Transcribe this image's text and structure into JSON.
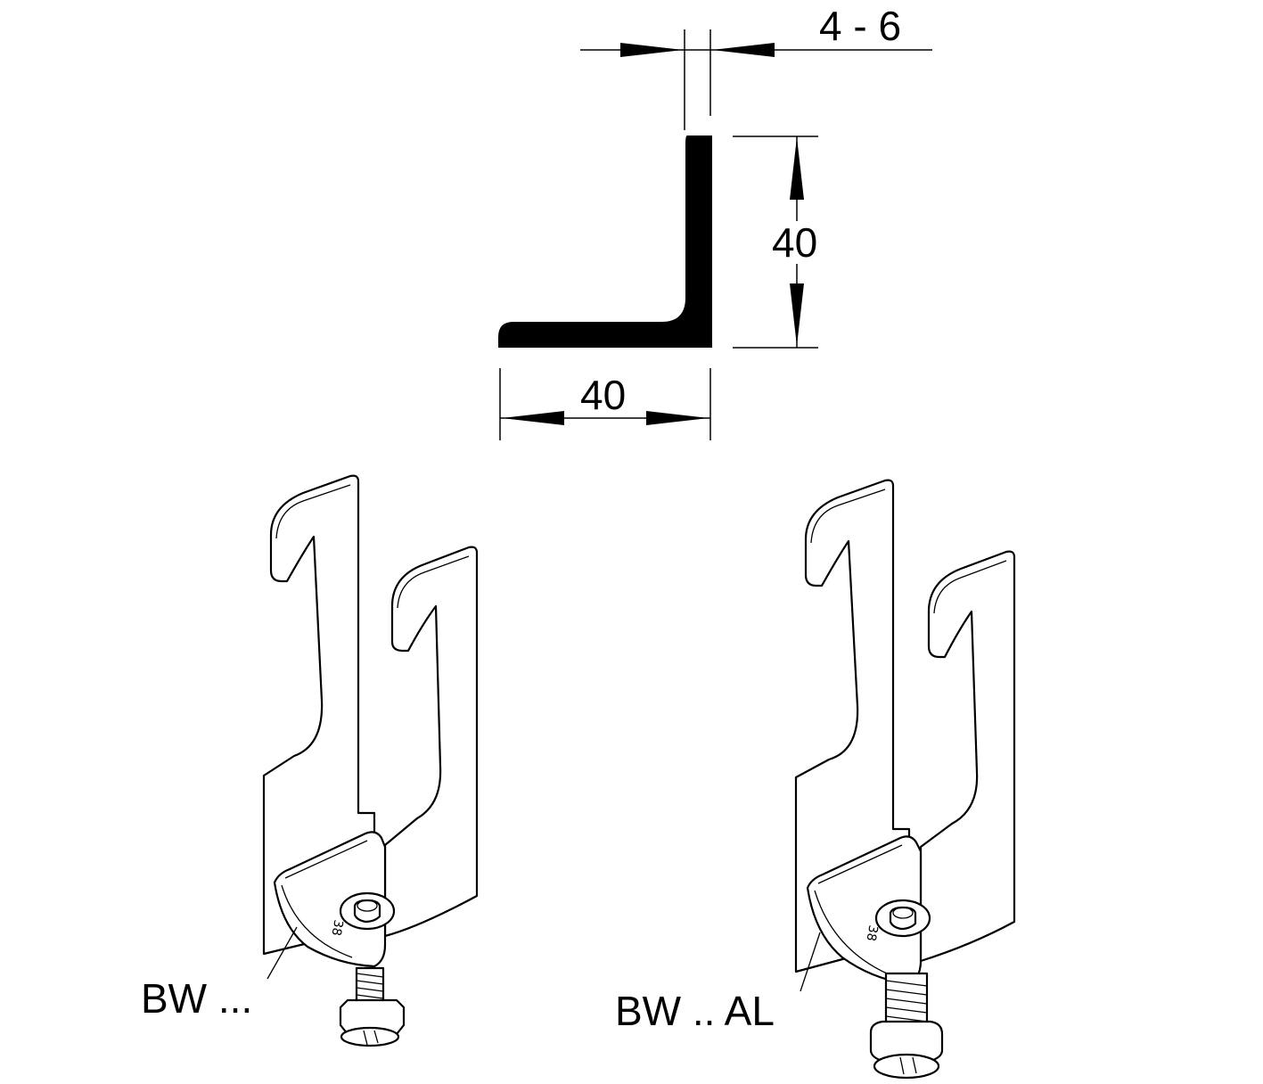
{
  "dimensions": {
    "thickness": "4 - 6",
    "height": "40",
    "width": "40"
  },
  "labels": {
    "left_clamp": "BW ...",
    "right_clamp": "BW .. AL"
  },
  "colors": {
    "line": "#000000",
    "background": "#ffffff"
  }
}
